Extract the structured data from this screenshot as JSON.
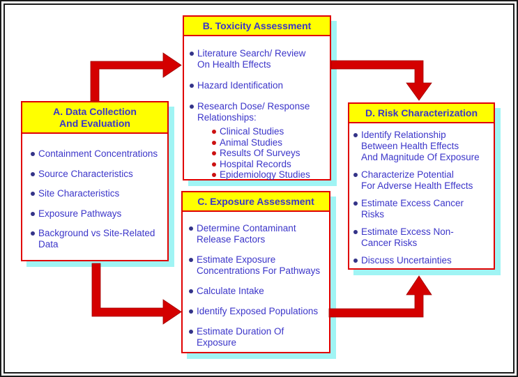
{
  "diagram": {
    "boxes": {
      "a": {
        "title": "A. Data Collection\nAnd Evaluation",
        "items": [
          "Containment Concentrations",
          "Source Characteristics",
          "Site Characteristics",
          "Exposure Pathways",
          "Background vs Site-Related\nData"
        ]
      },
      "b": {
        "title": "B. Toxicity Assessment",
        "items": [
          "Literature Search/ Review\nOn Health Effects",
          "Hazard Identification",
          "Research Dose/ Response\nRelationships:"
        ],
        "sub_items": [
          "Clinical Studies",
          "Animal Studies",
          "Results Of Surveys",
          "Hospital Records",
          "Epidemiology Studies"
        ]
      },
      "c": {
        "title": "C. Exposure Assessment",
        "items": [
          "Determine Contaminant\nRelease Factors",
          "Estimate Exposure\nConcentrations For Pathways",
          "Calculate Intake",
          "Identify Exposed Populations",
          "Estimate Duration Of\nExposure"
        ]
      },
      "d": {
        "title": "D. Risk Characterization",
        "items": [
          "Identify Relationship\nBetween Health Effects\nAnd Magnitude Of Exposure",
          "Characterize Potential\nFor Adverse Health Effects",
          "Estimate Excess Cancer\nRisks",
          "Estimate Excess Non-\nCancer Risks",
          "Discuss Uncertainties"
        ]
      }
    },
    "colors": {
      "border_red": "#e00000",
      "arrow_red": "#d40000",
      "header_yellow": "#ffff00",
      "text_blue": "#3b35c9",
      "bullet_navy": "#333388",
      "sub_bullet_red": "#cc1111",
      "shadow_cyan": "#a0f4f4"
    }
  }
}
